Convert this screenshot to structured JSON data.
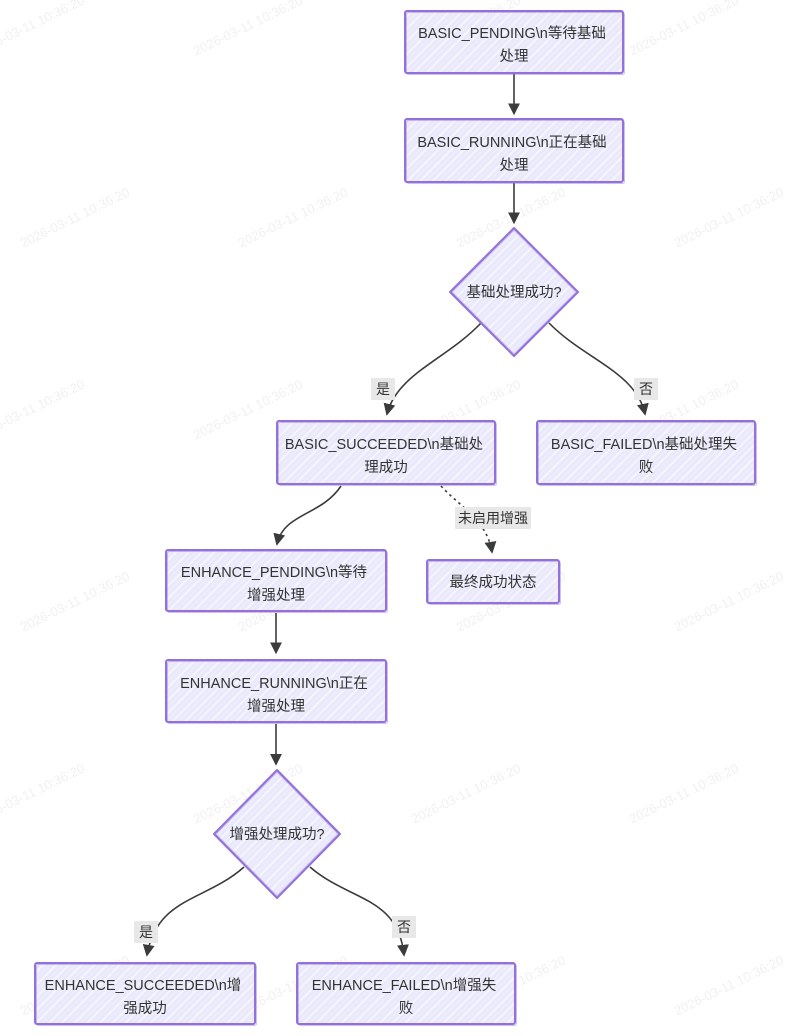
{
  "diagram": {
    "type": "flowchart",
    "direction": "top-down",
    "nodes": {
      "basic_pending": {
        "line1": "BASIC_PENDING\\n等待基础",
        "line2": "处理"
      },
      "basic_running": {
        "line1": "BASIC_RUNNING\\n正在基础",
        "line2": "处理"
      },
      "decision_basic": {
        "label": "基础处理成功?"
      },
      "basic_succeeded": {
        "line1": "BASIC_SUCCEEDED\\n基础处",
        "line2": "理成功"
      },
      "basic_failed": {
        "line1": "BASIC_FAILED\\n基础处理失",
        "line2": "败"
      },
      "enhance_pending": {
        "line1": "ENHANCE_PENDING\\n等待",
        "line2": "增强处理"
      },
      "final_success": {
        "label": "最终成功状态"
      },
      "enhance_running": {
        "line1": "ENHANCE_RUNNING\\n正在",
        "line2": "增强处理"
      },
      "decision_enhance": {
        "label": "增强处理成功?"
      },
      "enhance_succeeded": {
        "line1": "ENHANCE_SUCCEEDED\\n增",
        "line2": "强成功"
      },
      "enhance_failed": {
        "line1": "ENHANCE_FAILED\\n增强失",
        "line2": "败"
      }
    },
    "edge_labels": {
      "basic_yes": "是",
      "basic_no": "否",
      "no_enhance": "未启用增强",
      "enhance_yes": "是",
      "enhance_no": "否"
    },
    "colors": {
      "node_fill": "#E9E9FB",
      "node_border": "#9370DB",
      "edge_line": "#3B3B3B",
      "edge_label_bg": "#E8E8E8",
      "text": "#333333"
    },
    "watermark": "2026-03-11 10:36:20"
  }
}
